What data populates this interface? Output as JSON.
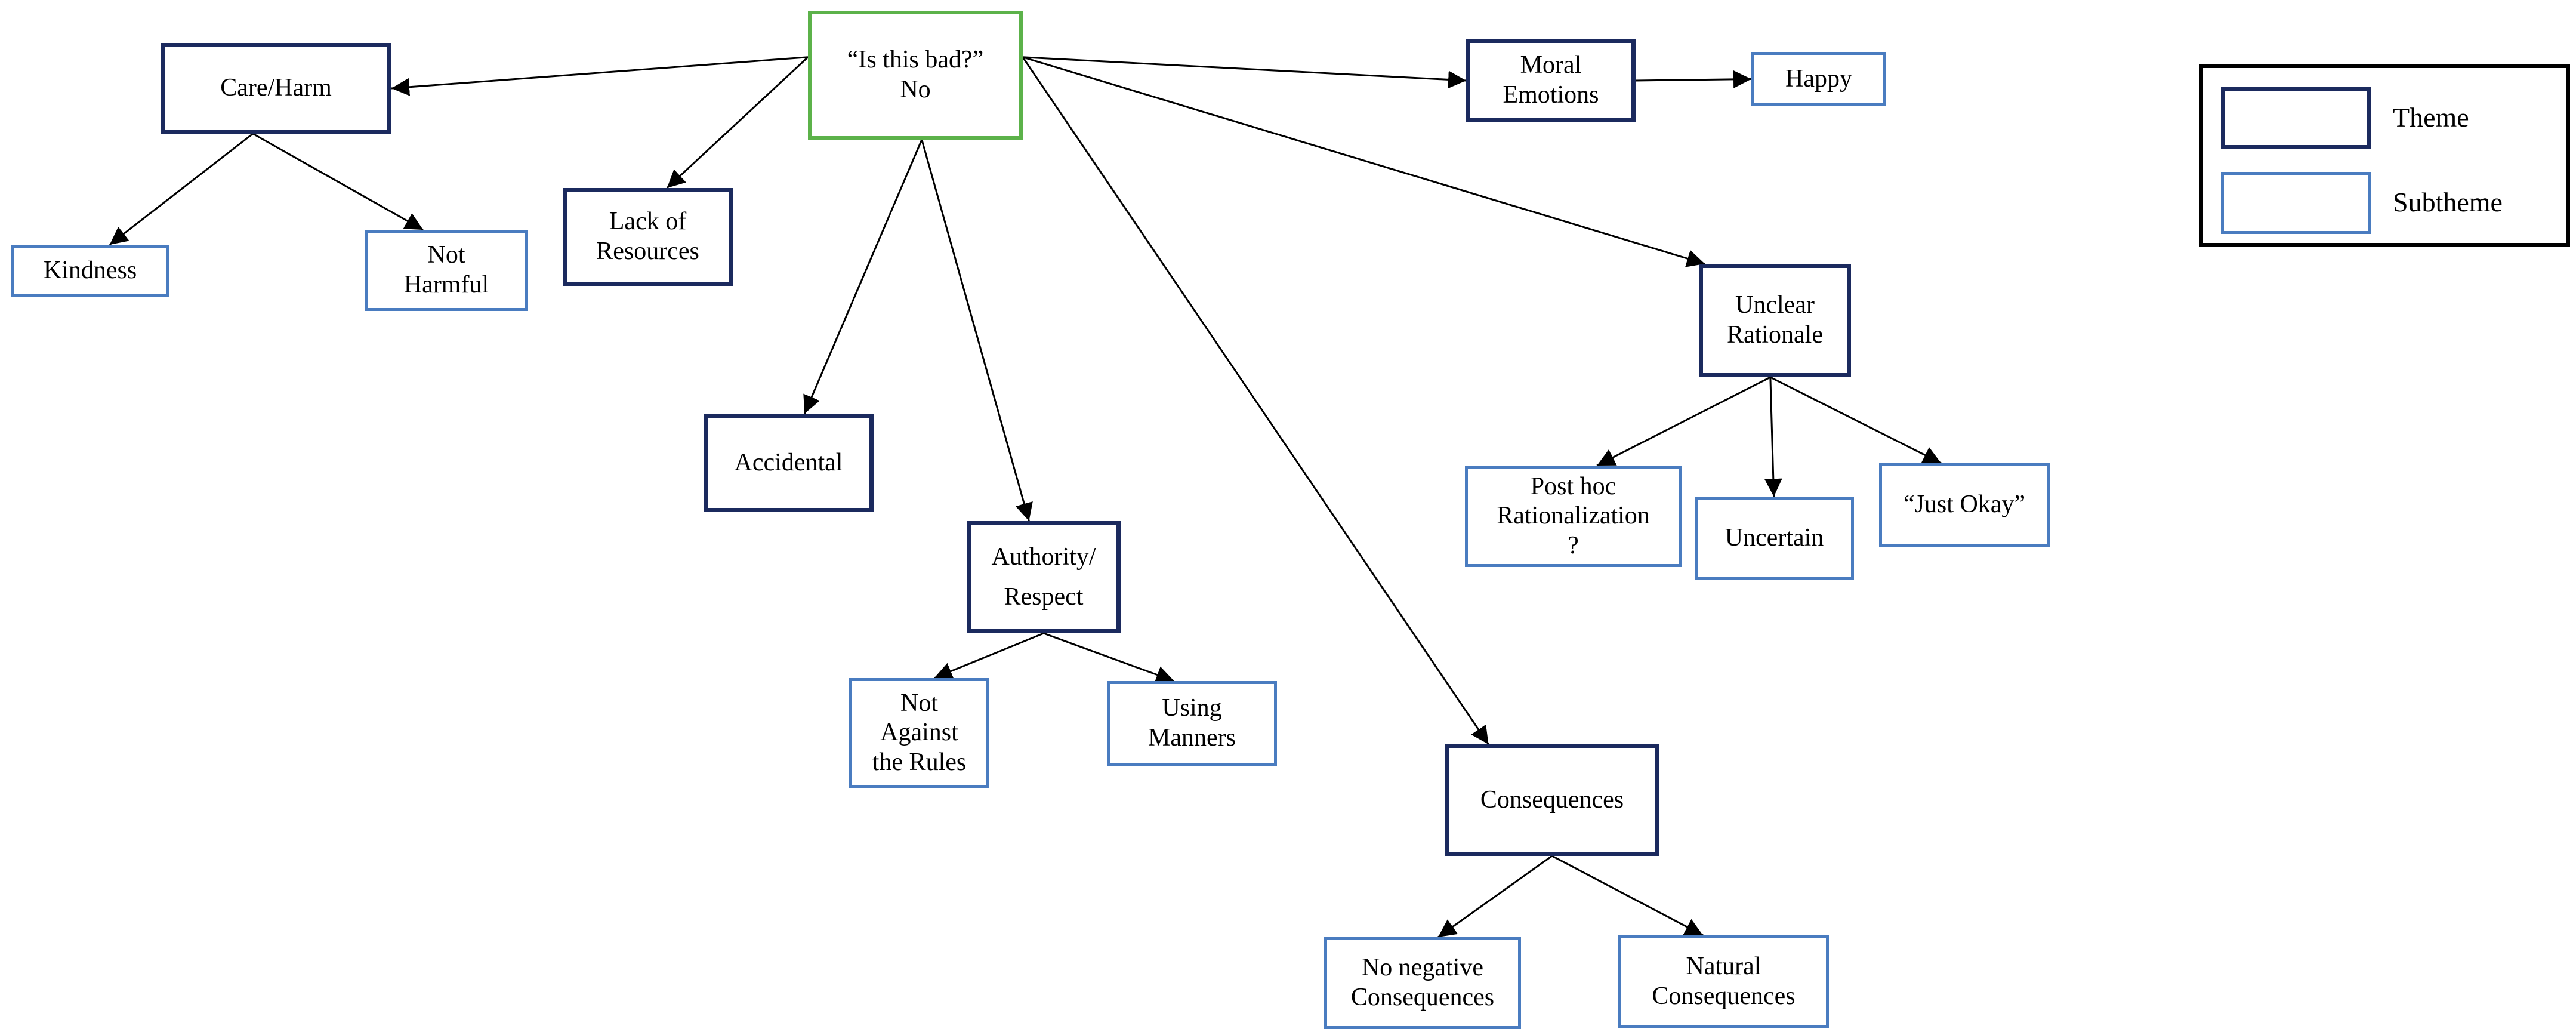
{
  "nodes": {
    "root": {
      "label": "“Is this bad?”\nNo",
      "kind": "root"
    },
    "care_harm": {
      "label": "Care/Harm",
      "kind": "theme"
    },
    "kindness": {
      "label": "Kindness",
      "kind": "subtheme"
    },
    "not_harmful": {
      "label": "Not\nHarmful",
      "kind": "subtheme"
    },
    "lack_of_resources": {
      "label": "Lack of\nResources",
      "kind": "theme"
    },
    "accidental": {
      "label": "Accidental",
      "kind": "theme"
    },
    "authority_respect": {
      "label": "Authority/\nRespect",
      "kind": "theme"
    },
    "not_against_rules": {
      "label": "Not\nAgainst\nthe Rules",
      "kind": "subtheme"
    },
    "using_manners": {
      "label": "Using\nManners",
      "kind": "subtheme"
    },
    "moral_emotions": {
      "label": "Moral\nEmotions",
      "kind": "theme"
    },
    "happy": {
      "label": "Happy",
      "kind": "subtheme"
    },
    "unclear_rationale": {
      "label": "Unclear\nRationale",
      "kind": "theme"
    },
    "post_hoc": {
      "label": "Post hoc\nRationalization\n?",
      "kind": "subtheme"
    },
    "uncertain": {
      "label": "Uncertain",
      "kind": "subtheme"
    },
    "just_okay": {
      "label": "“Just Okay”",
      "kind": "subtheme"
    },
    "consequences": {
      "label": "Consequences",
      "kind": "theme"
    },
    "no_negative": {
      "label": "No negative\nConsequences",
      "kind": "subtheme"
    },
    "natural_consequences": {
      "label": "Natural\nConsequences",
      "kind": "subtheme"
    }
  },
  "edges": [
    [
      "root",
      "care_harm"
    ],
    [
      "root",
      "lack_of_resources"
    ],
    [
      "root",
      "accidental"
    ],
    [
      "root",
      "authority_respect"
    ],
    [
      "root",
      "consequences"
    ],
    [
      "root",
      "unclear_rationale"
    ],
    [
      "root",
      "moral_emotions"
    ],
    [
      "moral_emotions",
      "happy"
    ],
    [
      "care_harm",
      "kindness"
    ],
    [
      "care_harm",
      "not_harmful"
    ],
    [
      "authority_respect",
      "not_against_rules"
    ],
    [
      "authority_respect",
      "using_manners"
    ],
    [
      "unclear_rationale",
      "post_hoc"
    ],
    [
      "unclear_rationale",
      "uncertain"
    ],
    [
      "unclear_rationale",
      "just_okay"
    ],
    [
      "consequences",
      "no_negative"
    ],
    [
      "consequences",
      "natural_consequences"
    ]
  ],
  "legend": {
    "theme_label": "Theme",
    "subtheme_label": "Subtheme"
  },
  "colors": {
    "theme_border": "#1b2a5e",
    "subtheme_border": "#4a7cc0",
    "root_border": "#5cb24a",
    "edge": "#000000"
  }
}
